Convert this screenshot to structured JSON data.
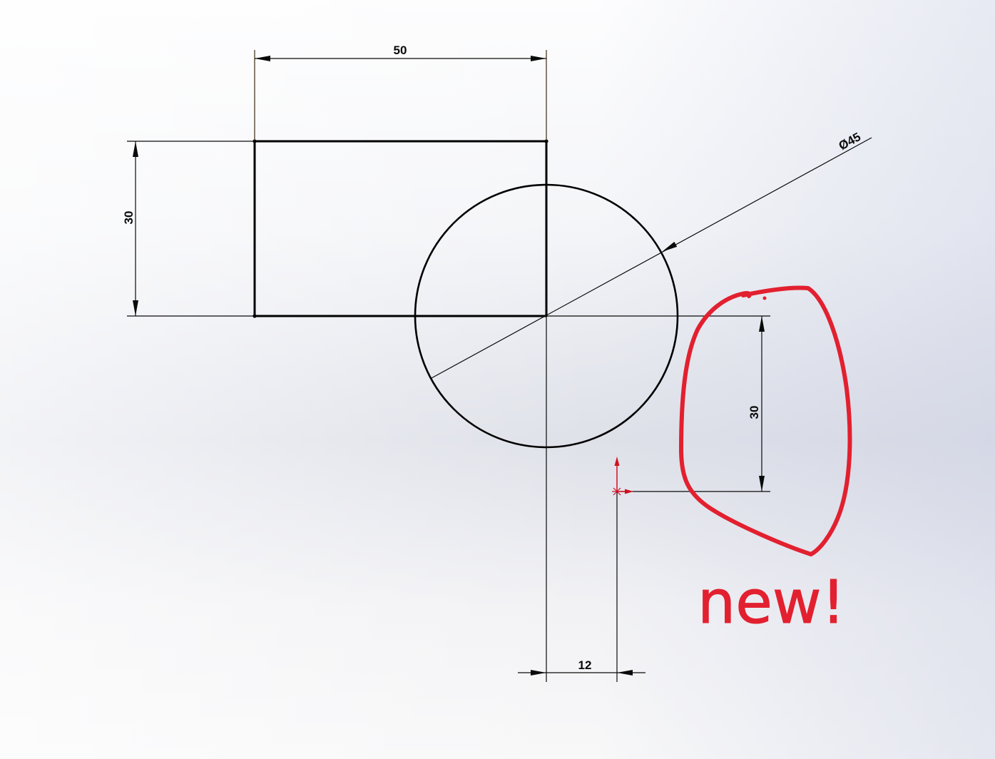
{
  "sketch": {
    "colors": {
      "geometry": "#000000",
      "dimension": "#0a0a0a",
      "extension": "#3a2914",
      "origin": "#cf1020",
      "markup": "#e2202f"
    }
  },
  "dimensions": {
    "width": {
      "label": "50"
    },
    "height": {
      "label": "30"
    },
    "diameter": {
      "label": "Ø45"
    },
    "vertical_offset": {
      "label": "30"
    },
    "horizontal_offset": {
      "label": "12"
    }
  },
  "markup": {
    "note": "new!"
  }
}
